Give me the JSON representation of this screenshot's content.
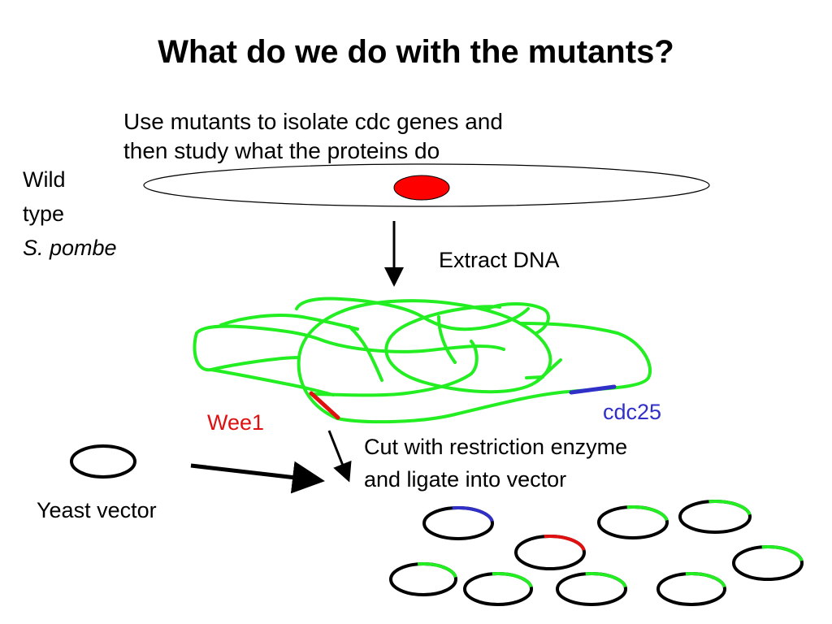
{
  "title": "What do we do with the mutants?",
  "subtitle_lines": [
    "Use mutants to isolate cdc genes and",
    "then study what the proteins do"
  ],
  "wild_type": {
    "line1": "Wild",
    "line2": "type",
    "species": "S. pombe"
  },
  "extract_label": "Extract DNA",
  "wee1_label": "Wee1",
  "cdc25_label": "cdc25",
  "cut_lines": [
    "Cut with restriction enzyme",
    "and ligate into vector"
  ],
  "yeast_vector_label": "Yeast vector",
  "colors": {
    "dna": "#22ee22",
    "wee1": "#e01010",
    "cdc25": "#3030c8",
    "nucleus": "#ff0000",
    "black": "#000000"
  },
  "plasmid_inserts": [
    "cdc25",
    "vector",
    "vector",
    "wee1",
    "vector",
    "vector",
    "vector",
    "vector",
    "vector",
    "vector"
  ]
}
